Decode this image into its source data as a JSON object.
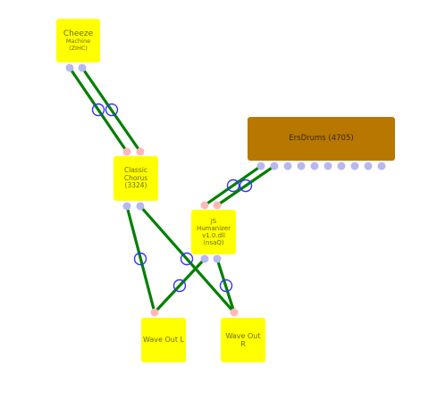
{
  "colors": {
    "module_fill": "#ffff00",
    "drum_fill": "#b87800",
    "wire": "#008000",
    "wire_marker": "#3333ff",
    "input_pin": "#ffb8b8",
    "output_pin": "#b8b8f0"
  },
  "nodes": {
    "cheeze": {
      "line1": "Cheeze",
      "line2": "Machine (ZIHC)"
    },
    "chorus": {
      "line1": "Classic Chorus",
      "line2": "(3324)"
    },
    "ersdrums": {
      "line1": "ErsDrums (4705)"
    },
    "humanizer": {
      "line1": "JS Humanizer",
      "line2": "v1.0.dll (nsaQ)"
    },
    "waveL": {
      "line1": "Wave Out L"
    },
    "waveR": {
      "line1": "Wave Out R"
    }
  }
}
